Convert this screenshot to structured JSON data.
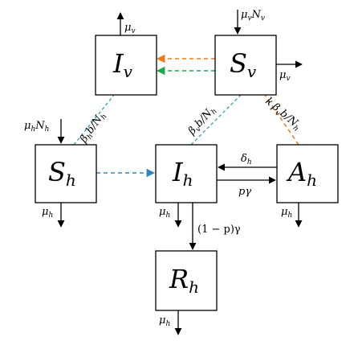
{
  "nodes": {
    "Iv": {
      "main": "I",
      "sub": "v"
    },
    "Sv": {
      "main": "S",
      "sub": "v"
    },
    "Sh": {
      "main": "S",
      "sub": "h"
    },
    "Ih": {
      "main": "I",
      "sub": "h"
    },
    "Ah": {
      "main": "A",
      "sub": "h"
    },
    "Rh": {
      "main": "R",
      "sub": "h"
    }
  },
  "flows": {
    "iv_death": {
      "main": "μ",
      "sub": "v"
    },
    "sv_recruit": {
      "main": "μ",
      "sub": "v",
      "main2": "N",
      "sub2": "v"
    },
    "sv_death": {
      "main": "μ",
      "sub": "v"
    },
    "sh_recruit": {
      "main": "μ",
      "sub": "h",
      "main2": "N",
      "sub2": "h"
    },
    "sh_death": {
      "main": "μ",
      "sub": "h"
    },
    "ih_death": {
      "main": "μ",
      "sub": "h"
    },
    "ah_death": {
      "main": "μ",
      "sub": "h"
    },
    "rh_death": {
      "main": "μ",
      "sub": "h"
    },
    "ah_to_ih": {
      "main": "δ",
      "sub": "h"
    },
    "ih_to_ah": {
      "text": "pγ"
    },
    "ih_to_rh": {
      "text": "(1 − p)γ"
    },
    "sh_iv_rate": {
      "text1": "β",
      "sub1": "h",
      "text2": "b/N",
      "sub2": "h"
    },
    "ih_sv_rate": {
      "text1": "β",
      "sub1": "v",
      "text2": "b/N",
      "sub2": "h"
    },
    "ah_sv_rate": {
      "text0": "k",
      "text1": "β",
      "sub1": "v",
      "text2": "b/N",
      "sub2": "h"
    }
  },
  "colors": {
    "blue": "#2e86c1",
    "green": "#1aa84a",
    "orange": "#f07a1a",
    "teal": "#3a9ea8"
  }
}
